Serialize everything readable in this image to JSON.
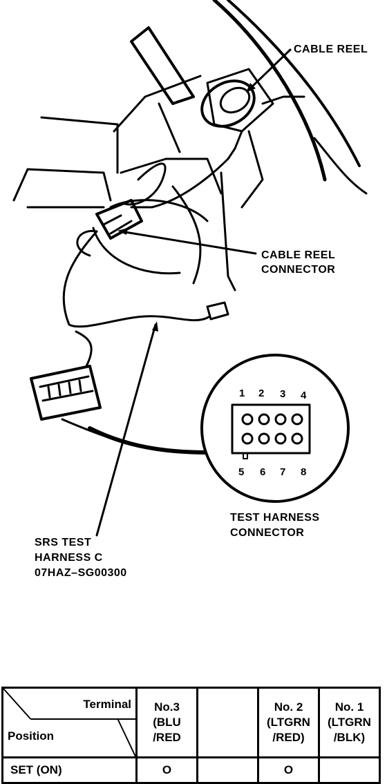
{
  "labels": {
    "cable_reel": "CABLE REEL",
    "cable_reel_connector_1": "CABLE REEL",
    "cable_reel_connector_2": "CONNECTOR",
    "test_harness_connector_1": "TEST HARNESS",
    "test_harness_connector_2": "CONNECTOR",
    "srs_test_1": "SRS TEST",
    "srs_test_2": "HARNESS C",
    "srs_test_3": "07HAZ–SG00300"
  },
  "pins": {
    "top": [
      "1",
      "2",
      "3",
      "4"
    ],
    "bottom": [
      "5",
      "6",
      "7",
      "8"
    ]
  },
  "table": {
    "header_terminal": "Terminal",
    "header_position": "Position",
    "columns": [
      {
        "label": "No.3\n(BLU\n/RED"
      },
      {
        "label": ""
      },
      {
        "label": "No. 2\n(LTGRN\n/RED)"
      },
      {
        "label": "No. 1\n(LTGRN\n/BLK)"
      }
    ],
    "rows": [
      {
        "position": "SET (ON)",
        "values": [
          "O",
          "",
          "O",
          ""
        ]
      }
    ]
  }
}
